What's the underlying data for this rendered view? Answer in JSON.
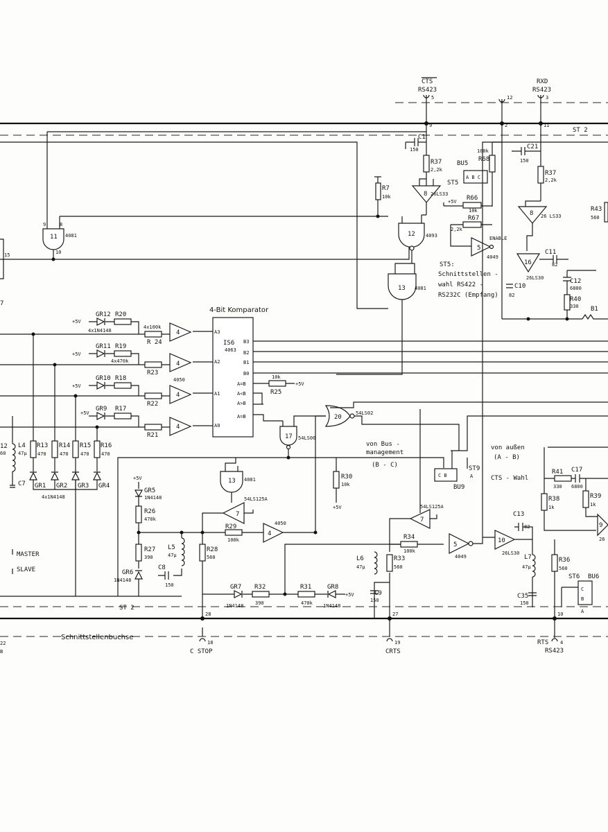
{
  "headings": {
    "comparator": "4-Bit Komparator",
    "bus_st2": "ST 2",
    "bus_st2_bottom": "ST 2",
    "interface_socket": "Schnittstellenbuchse",
    "master": "MASTER",
    "slave": "SLAVE",
    "st5_note_title": "ST5:",
    "st5_note_1": "Schnittstellen -",
    "st5_note_2": "wahl RS422 -",
    "st5_note_3": "RS232C (Empfang)",
    "from_bus_1": "von Bus -",
    "from_bus_2": "management",
    "from_bus_3": "(B - C)",
    "from_outside_1": "von außen",
    "from_outside_2": "(A - B)",
    "cts_choice": "CTS - Wahl",
    "enable": "ENABLE"
  },
  "connectors": {
    "cts_top": "CTS",
    "cts_top_std": "RS423",
    "cts_top_pin": "5",
    "rxd_top": "RXD",
    "rxd_top_std": "RS423",
    "rxd_top_pin": "3",
    "pin12": "12",
    "st_pin9": "9",
    "st_pin2": "2",
    "st_pin11": "11",
    "cstop": "C  STOP",
    "cstop_pin": "18",
    "cstop_st": "28",
    "crts": "CRTS",
    "crts_pin": "19",
    "crts_st": "27",
    "rts": "RTS",
    "rts_pin": "4",
    "rts_std": "RS423",
    "rts_st": "10",
    "left_22": "22",
    "left_b": "B",
    "left_15": "15",
    "left_7": "7",
    "left_12": "12",
    "left_60": "60",
    "bu5": "BU5",
    "st5": "ST5",
    "st9": "ST9",
    "bu9": "BU9",
    "st6": "ST6",
    "bu6": "BU6",
    "b1": "B1"
  },
  "gates": {
    "g11": "11",
    "g11_type": "4081",
    "g11_pin9": "9",
    "g11_pin8": "8",
    "g11_pin10": "10",
    "g12": "12",
    "g12_type": "4093",
    "g13a": "13",
    "g13a_type": "4081",
    "g8a": "8",
    "g8a_type": "26LS33",
    "g8b": "8",
    "g8b_type": "26 LS33",
    "g5": "5",
    "g5_type": "4049",
    "g16": "16",
    "g16_type": "26LS30",
    "g20": "20",
    "g20_type": "54LS02",
    "g17": "17",
    "g17_type": "54LS00",
    "g13b": "13",
    "g13b_type": "4081",
    "g7a": "7",
    "g7a_type": "54LS125A",
    "g4": "4",
    "g4_type": "4050",
    "g7b": "7",
    "g7b_type": "54LS125A",
    "g5b": "5",
    "g5b_type": "4049",
    "g10": "10",
    "g10_type": "26LS30",
    "g9": "9",
    "g9_type": "26",
    "buf4": "4",
    "buf_type": "4050",
    "is6": "IS6",
    "is6_type": "4063",
    "is6_a3": "A3",
    "is6_a2": "A2",
    "is6_a1": "A1",
    "is6_a0": "A0",
    "is6_b3": "B3",
    "is6_b2": "B2",
    "is6_b1": "B1",
    "is6_b0": "B0",
    "is6_eq_in": "A=B",
    "is6_lt_in": "A<B",
    "is6_gt_in": "A>B",
    "is6_eq_out": "A=B"
  },
  "resistors": {
    "r20": "R20",
    "r19": "R19",
    "r18": "R18",
    "r17": "R17",
    "r24": "R 24",
    "r24v": "4x100k",
    "r23": "R23",
    "r19v": "4x470k",
    "r22": "R22",
    "r21": "R21",
    "r25": "R25",
    "r25v": "10k",
    "r7": "R7",
    "r7v": "10k",
    "r37a": "R37",
    "r37av": "2,2k",
    "r68": "R68",
    "r68v": "100k",
    "r66": "R66",
    "r66v": "10k",
    "r67": "R67",
    "r67v": "2,2k",
    "r37b": "R37",
    "r37bv": "2,2k",
    "r43": "R43",
    "r43v": "560",
    "r40": "R40",
    "r40v": "330",
    "r13": "R13",
    "r14": "R14",
    "r15": "R15",
    "r16": "R16",
    "r13v": "470",
    "r26": "R26",
    "r26v": "470k",
    "r27": "R27",
    "r27v": "390",
    "r28": "R28",
    "r28v": "560",
    "r29": "R29",
    "r29v": "100k",
    "r30": "R30",
    "r30v": "10k",
    "r32": "R32",
    "r32v": "390",
    "r31": "R31",
    "r31v": "470k",
    "r33": "R33",
    "r33v": "560",
    "r34": "R34",
    "r34v": "100k",
    "r36": "R36",
    "r36v": "560",
    "r38": "R38",
    "r38v": "1k",
    "r39": "R39",
    "r39v": "1k",
    "r41": "R41",
    "r41v": "330"
  },
  "caps": {
    "c1": "C1",
    "c1v": "150",
    "c21": "C21",
    "c21v": "150",
    "c11": "C11",
    "c11v": "82",
    "c12": "C12",
    "c12v": "6800",
    "c10": "C10",
    "c10v": "82",
    "c7": "C7",
    "c8": "C8",
    "c8v": "150",
    "c9": "C9",
    "c9v": "150",
    "c13": "C13",
    "c13v": "82",
    "c35": "C35",
    "c35v": "150",
    "c17": "C17",
    "c17v": "6800"
  },
  "diodes": {
    "gr12": "GR12",
    "gr11": "GR11",
    "gr10": "GR10",
    "gr9": "GR9",
    "gr12v": "4x1N4148",
    "gr1": "GR1",
    "gr2": "GR2",
    "gr3": "GR3",
    "gr4": "GR4",
    "gr1v": "4x1N4148",
    "gr5": "GR5",
    "gr5v": "1N4148",
    "gr6": "GR6",
    "gr6v": "1N4148",
    "gr7": "GR7",
    "gr7v": "1N4148",
    "gr8": "GR8",
    "gr8v": "1N4148"
  },
  "inductors": {
    "l4": "L4",
    "l4v": "47µ",
    "l5": "L5",
    "l5v": "47µ",
    "l6": "L6",
    "l6v": "47µ",
    "l7": "L7",
    "l7v": "47µ"
  },
  "supply": {
    "p5v": "+5V"
  }
}
